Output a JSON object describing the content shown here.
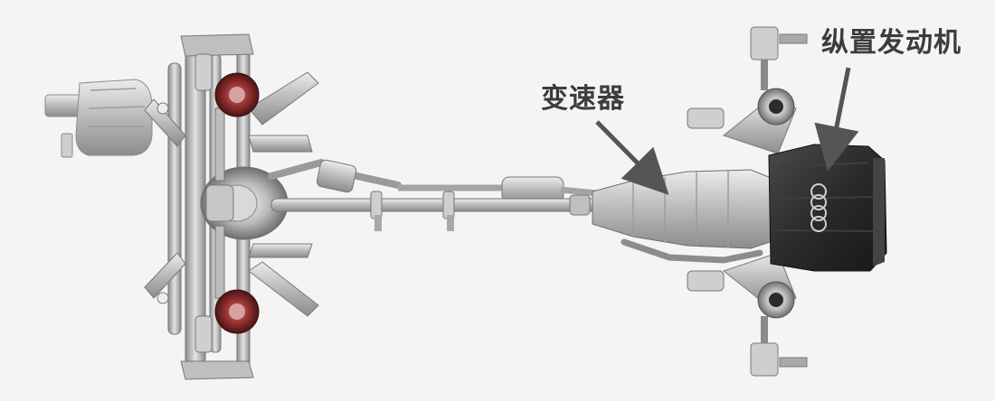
{
  "labels": {
    "transmission": "变速器",
    "engine": "纵置发动机"
  },
  "colors": {
    "background": "#f4f4f4",
    "label_text": "#3c3c3c",
    "arrow": "#555555",
    "metal_light": "#d8d8d8",
    "metal_mid": "#a9a9a9",
    "metal_dark": "#6e6e6e",
    "engine_cover": "#2a2a2c",
    "brake_red": "#8e2c2c"
  },
  "icons": {
    "engine_logo": "four-rings-logo"
  }
}
